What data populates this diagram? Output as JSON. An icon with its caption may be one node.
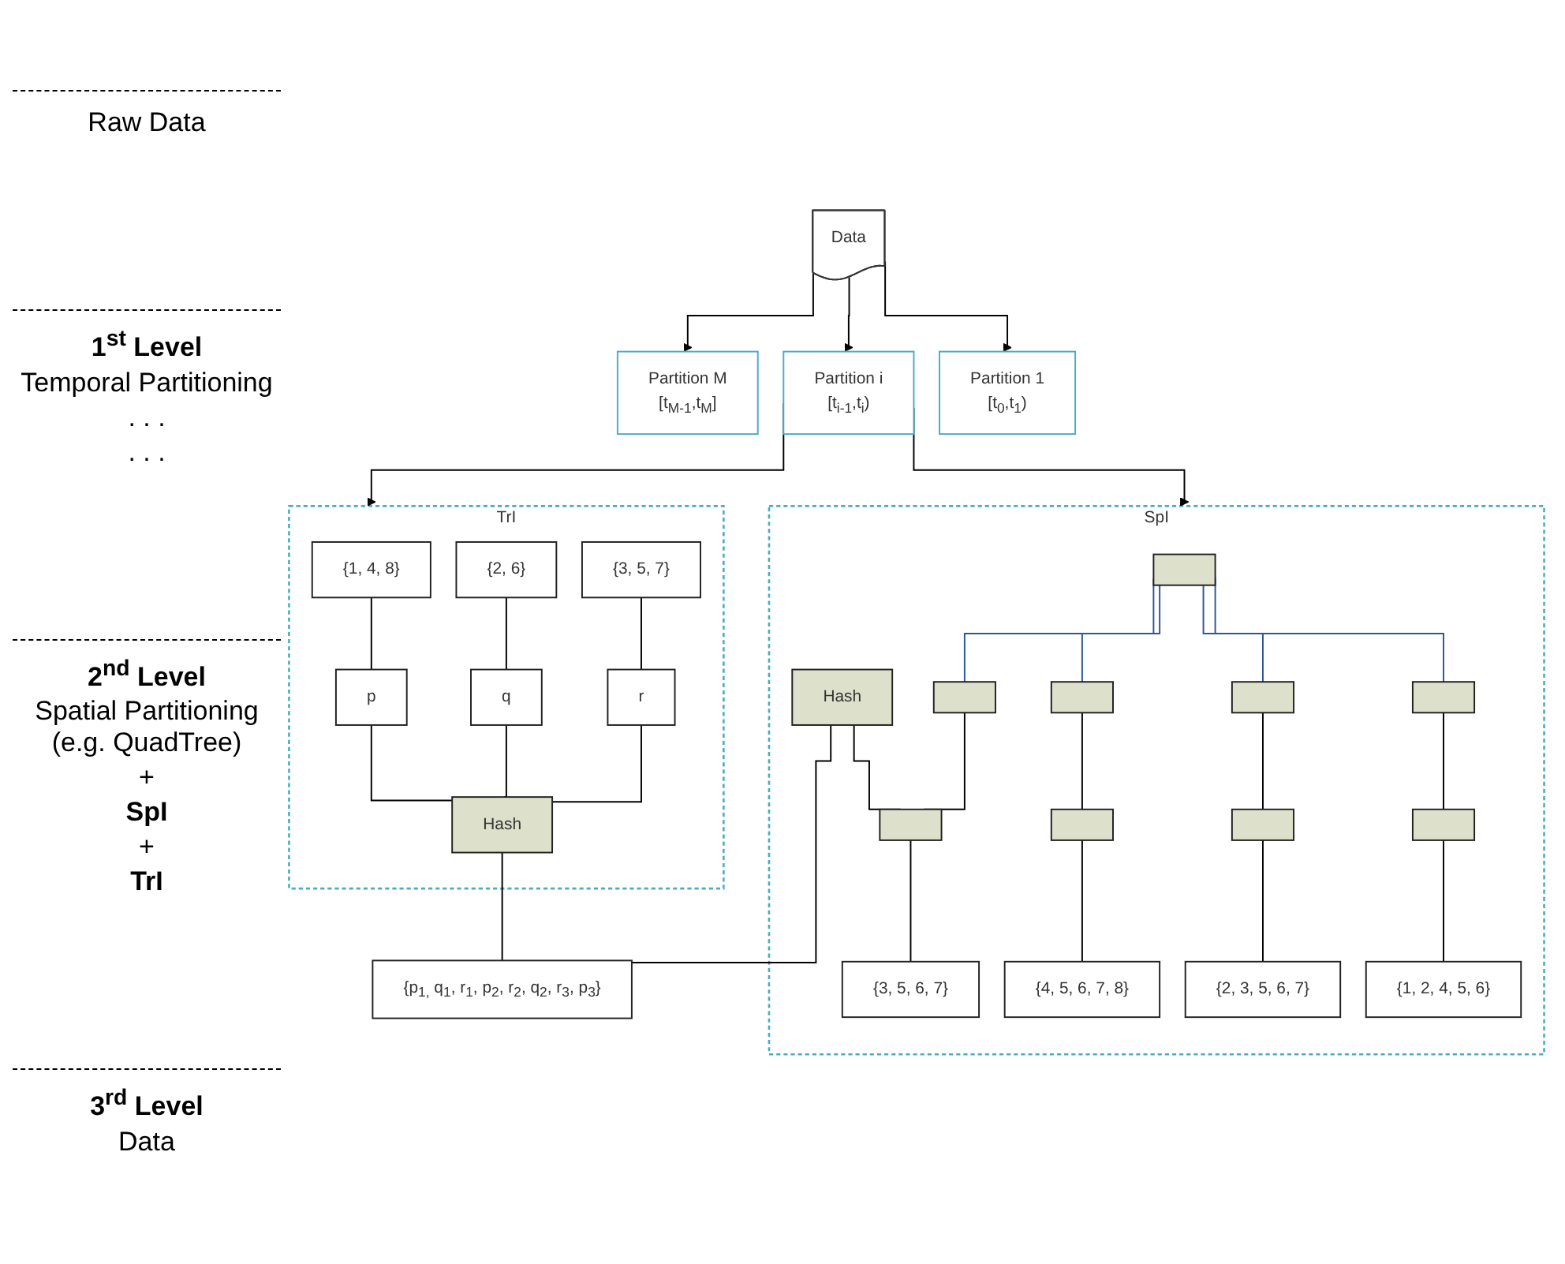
{
  "diagram": {
    "nodes": [
      {
        "text": [
          "Data"
        ]
      },
      {
        "text": [
          "Partition 1",
          "[t$_{0}$,t$_{1}$)"
        ]
      },
      {
        "text": [
          "Partition i",
          "[t$_{i-1}$,t$_{i}$)"
        ]
      },
      {
        "text": [
          "Partition M",
          "[t$_{M-1}$,t$_{M}$]"
        ]
      },
      {
        "text": [
          "SpI"
        ]
      },
      {
        "text": [
          "Hash"
        ],
        "in": 4
      },
      {
        "text": [],
        "shape": "box",
        "in": 4
      },
      {
        "text": [],
        "shape": "box",
        "in": 4
      },
      {
        "text": [],
        "shape": "box",
        "in": 4
      },
      {
        "text": [],
        "shape": "box",
        "in": 4
      },
      {
        "text": [],
        "shape": "box",
        "in": 4
      },
      {
        "text": [],
        "shape": "box",
        "in": 4
      },
      {
        "text": [
          "{3, 5, 6, 7}"
        ],
        "in": 4
      },
      {
        "text": [],
        "shape": "box",
        "in": 4
      },
      {
        "text": [
          "{4, 5, 6, 7, 8}"
        ],
        "in": 4
      },
      {
        "text": [],
        "shape": "box",
        "in": 4
      },
      {
        "text": [
          "{2, 3, 5, 6, 7}"
        ],
        "in": 4
      },
      {
        "text": [],
        "shape": "box",
        "in": 4
      },
      {
        "text": [
          "{1, 2, 4, 5, 6}"
        ],
        "in": 4
      },
      {
        "text": [
          "TrI"
        ]
      },
      {
        "text": [
          "{1, 4, 8}"
        ],
        "in": 19
      },
      {
        "text": [
          "p"
        ],
        "in": 19
      },
      {
        "text": [
          "{2, 6}"
        ],
        "in": 19
      },
      {
        "text": [
          "q"
        ],
        "in": 19
      },
      {
        "text": [
          "{3, 5, 7}"
        ],
        "in": 19
      },
      {
        "text": [
          "r"
        ],
        "in": 19
      },
      {
        "text": [
          "Hash"
        ],
        "in": 19
      },
      {
        "text": [
          "{p$_{1,}$ q$_{1}$, r$_{1}$, p$_{2}$, r$_{2}$, q$_{2}$, r$_{3}$, p$_{3}$}"
        ]
      }
    ],
    "edges": [
      {
        "from": 0,
        "to": 1,
        "arrow": "to"
      },
      {
        "from": 0,
        "to": 2,
        "arrow": "to"
      },
      {
        "from": 0,
        "to": 3,
        "arrow": "to"
      },
      {
        "from": 2,
        "to": 4,
        "arrow": "to"
      },
      {
        "from": 2,
        "to": 19,
        "arrow": "to"
      },
      {
        "from": 6,
        "to": 7,
        "arrow": "none",
        "color": "#2f5597"
      },
      {
        "from": 6,
        "to": 8,
        "arrow": "none",
        "color": "#2f5597"
      },
      {
        "from": 6,
        "to": 9,
        "arrow": "none",
        "color": "#2f5597"
      },
      {
        "from": 6,
        "to": 10,
        "arrow": "none",
        "color": "#2f5597"
      },
      {
        "from": 7,
        "to": 17,
        "arrow": "none"
      },
      {
        "from": 8,
        "to": 15,
        "arrow": "none"
      },
      {
        "from": 9,
        "to": 13,
        "arrow": "none"
      },
      {
        "from": 10,
        "to": 11,
        "arrow": "none"
      },
      {
        "from": 5,
        "to": 11,
        "arrow": "none"
      },
      {
        "from": 11,
        "to": 12,
        "arrow": "none"
      },
      {
        "from": 13,
        "to": 14,
        "arrow": "none"
      },
      {
        "from": 15,
        "to": 16,
        "arrow": "none"
      },
      {
        "from": 17,
        "to": 18,
        "arrow": "none"
      },
      {
        "from": 20,
        "to": 21,
        "arrow": "none"
      },
      {
        "from": 22,
        "to": 23,
        "arrow": "none"
      },
      {
        "from": 24,
        "to": 25,
        "arrow": "none"
      },
      {
        "from": 21,
        "to": 26,
        "arrow": "none"
      },
      {
        "from": 23,
        "to": 26,
        "arrow": "none"
      },
      {
        "from": 25,
        "to": 26,
        "arrow": "none"
      },
      {
        "from": 5,
        "to": 27,
        "arrow": "none"
      },
      {
        "from": 26,
        "to": 27,
        "arrow": "none"
      }
    ],
    "labels": [
      "Raw Data",
      "1$^{st}$ Level",
      "Temporal Partitioning",
      ". . .",
      ". . .",
      "2$^{nd}$ Level",
      "Spatial Partitioning (e.g. QuadTree)",
      "+",
      "SpI",
      "+",
      "TrI",
      "3$^{rd}$ Level",
      "Data"
    ]
  }
}
